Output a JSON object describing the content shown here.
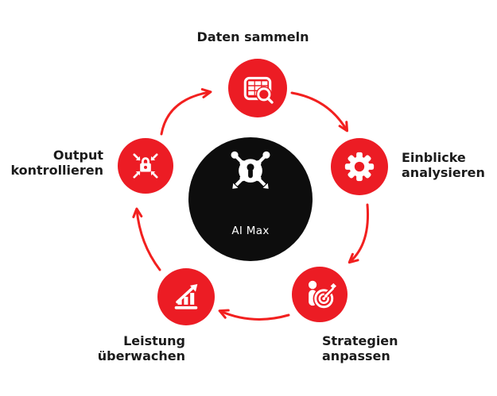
{
  "diagram": {
    "center": {
      "label": "AI Max",
      "icon": "network-keyhole-hub-icon"
    },
    "steps": [
      {
        "key": "daten-sammeln",
        "lines": [
          "Daten sammeln"
        ],
        "icon": "table-magnifier-icon"
      },
      {
        "key": "einblicke-analysieren",
        "lines": [
          "Einblicke",
          "analysieren"
        ],
        "icon": "gear-icon"
      },
      {
        "key": "strategien-anpassen",
        "lines": [
          "Strategien",
          "anpassen"
        ],
        "icon": "person-target-dart-icon"
      },
      {
        "key": "leistung-ueberwachen",
        "lines": [
          "Leistung",
          "überwachen"
        ],
        "icon": "bar-chart-growth-arrow-icon"
      },
      {
        "key": "output-kontrollieren",
        "lines": [
          "Output",
          "kontrollieren"
        ],
        "icon": "lock-inward-arrows-icon"
      }
    ]
  },
  "colors": {
    "accent_red": "#ec1c24",
    "arrow_red": "#f2201f",
    "center_black": "#0d0d0d",
    "label_text": "#1b1b1b",
    "icon_white": "#ffffff",
    "background": "#ffffff"
  }
}
